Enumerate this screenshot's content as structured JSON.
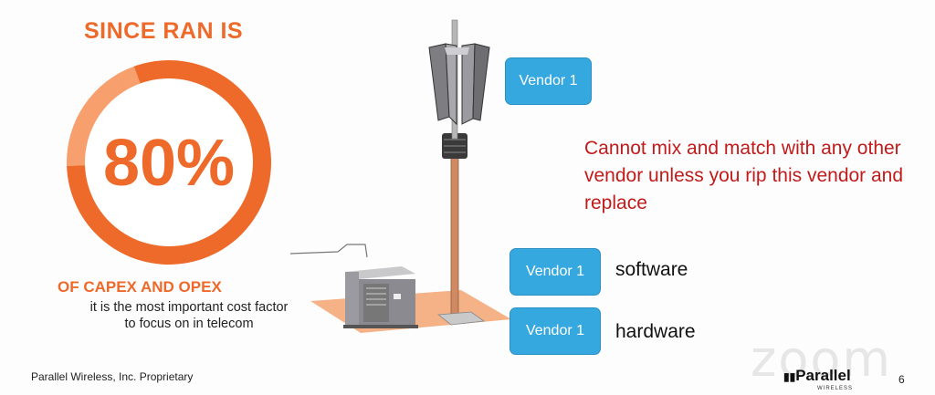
{
  "slide": {
    "title": "SINCE RAN IS",
    "percent": "80%",
    "donut_fraction": 0.8,
    "capex_label": "OF CAPEX AND OPEX",
    "description": "it is the most important cost factor to focus on in telecom",
    "vendor_top": "Vendor 1",
    "vendor_software": "Vendor 1",
    "vendor_hardware": "Vendor 1",
    "software_label": "software",
    "hardware_label": "hardware",
    "note": "Cannot mix and match with any other vendor unless you rip this vendor and replace",
    "footer": "Parallel Wireless, Inc. Proprietary",
    "page_number": "6",
    "watermark": "zoom",
    "logo_text": "Parallel",
    "logo_sub": "WIRELESS"
  },
  "colors": {
    "orange": "#ee6a2b",
    "light_orange": "#f7a06d",
    "blue": "#36a8e0",
    "red": "#c11b1b"
  }
}
